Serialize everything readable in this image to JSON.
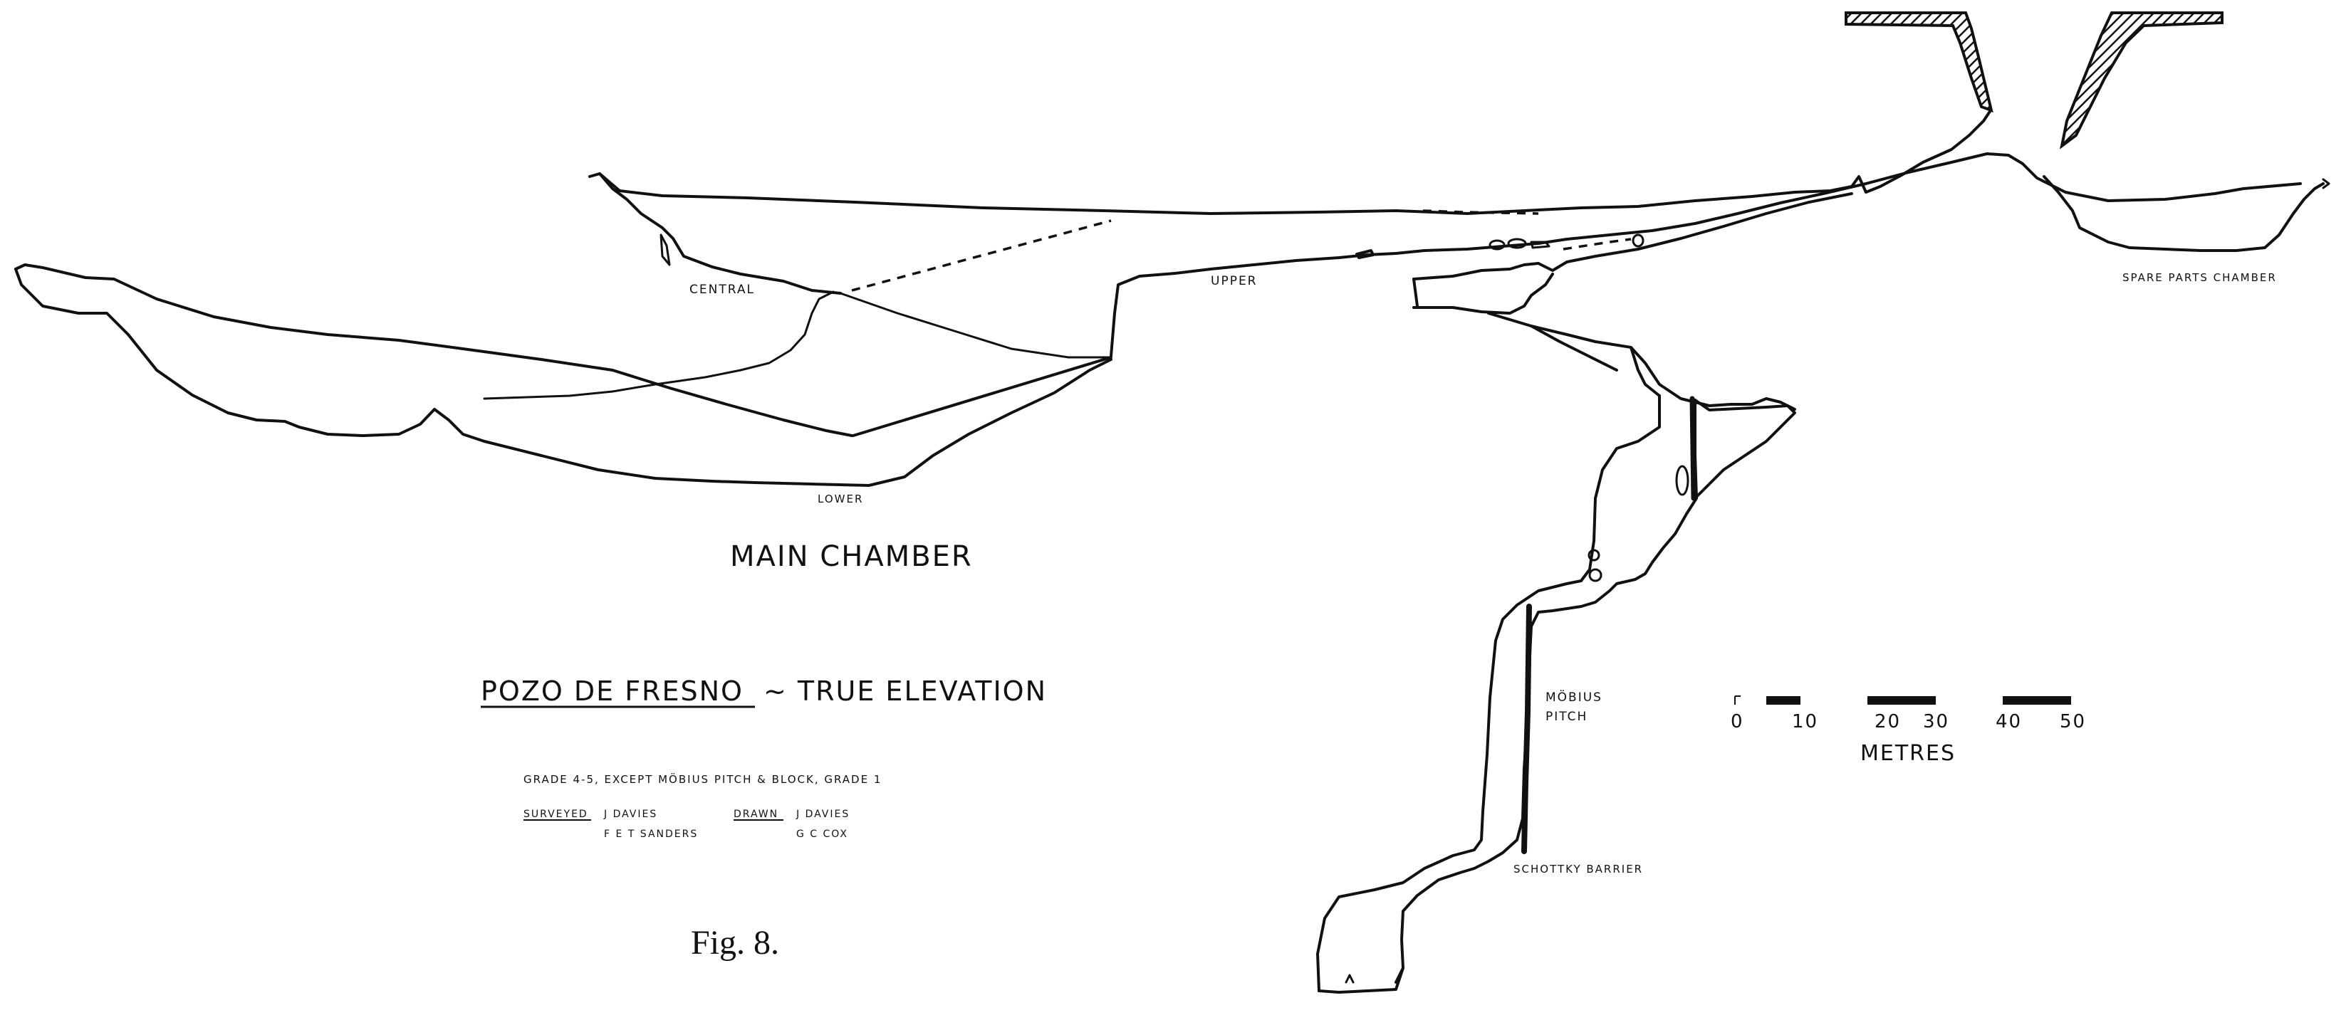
{
  "labels": {
    "central": "CENTRAL",
    "upper": "UPPER",
    "lower": "LOWER",
    "spare_parts": "SPARE PARTS CHAMBER",
    "main_chamber": "MAIN CHAMBER",
    "mobius": "MÖBIUS",
    "pitch": "PITCH",
    "schottky": "SCHOTTKY BARRIER"
  },
  "title": {
    "underlined": "POZO DE FRESNO",
    "rest": "~ TRUE ELEVATION"
  },
  "notes": {
    "grade": "GRADE 4-5, EXCEPT MÖBIUS PITCH & BLOCK, GRADE 1",
    "surveyed_label": "SURVEYED",
    "surveyed_line1": "J DAVIES",
    "surveyed_line2": "F E T SANDERS",
    "drawn_label": "DRAWN",
    "drawn_line1": "J DAVIES",
    "drawn_line2": "G C COX"
  },
  "figure_caption": "Fig. 8.",
  "scale_bar": {
    "ticks": [
      "0",
      "10",
      "20",
      "30",
      "40",
      "50"
    ],
    "unit": "METRES"
  },
  "colors": {
    "ink": "#111111",
    "paper": "#ffffff"
  }
}
